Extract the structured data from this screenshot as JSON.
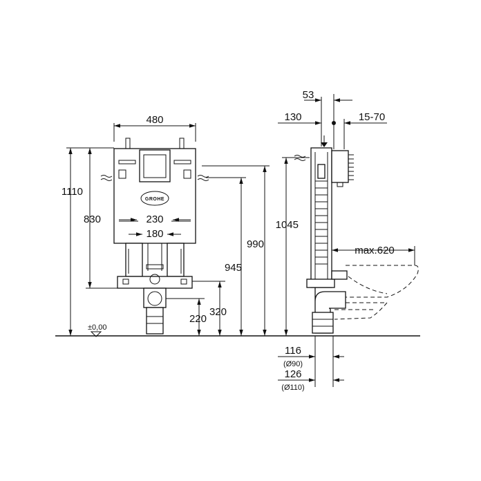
{
  "front_view": {
    "width_label": "480",
    "height_total_label": "1110",
    "height_frame_label": "830",
    "inner_width_label": "230",
    "inner_width2_label": "180",
    "height_945_label": "945",
    "height_990_label": "990",
    "height_220_label": "220",
    "height_320_label": "320",
    "floor_label": "±0,00",
    "logo_text": "GROHE"
  },
  "side_view": {
    "dim_53_label": "53",
    "dim_130_label": "130",
    "dim_15_70_label": "15-70",
    "height_1045_label": "1045",
    "max_label": "max.620",
    "dim_116_label": "116",
    "dim_116_sub": "(Ø90)",
    "dim_126_label": "126",
    "dim_126_sub": "(Ø110)"
  }
}
